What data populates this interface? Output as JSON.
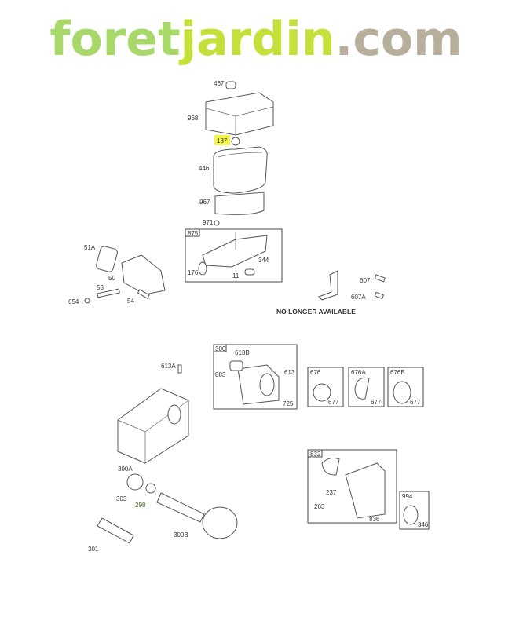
{
  "diagram": {
    "highlight_color": "#f5f542",
    "labels": {
      "p467": "467",
      "p968": "968",
      "p187": "187",
      "p446": "446",
      "p967": "967",
      "p971": "971",
      "p875": "875",
      "p176": "176",
      "p11": "11",
      "p344": "344",
      "p51A": "51A",
      "p50": "50",
      "p53": "53",
      "p654": "654",
      "p54": "54",
      "p607": "607",
      "p607A": "607A",
      "p300": "300",
      "p613B": "613B",
      "p883": "883",
      "p613": "613",
      "p725": "725",
      "p613A": "613A",
      "p300A": "300A",
      "p676": "676",
      "p676A": "676A",
      "p676B": "676B",
      "p677a": "677",
      "p677b": "677",
      "p677c": "677",
      "p832": "832",
      "p237": "237",
      "p263": "263",
      "p836": "836",
      "p994": "994",
      "p346": "346",
      "p303": "303",
      "p298": "298",
      "p301": "301",
      "p300B": "300B"
    },
    "notice": "NO LONGER AVAILABLE"
  },
  "watermark": {
    "part1": "foret",
    "part2": "jardin",
    "part3": ".com",
    "colors": {
      "green": "#c8e89a",
      "orange": "#f7c98a",
      "lime": "#d8ef55",
      "grey": "#cfc7b8"
    }
  }
}
